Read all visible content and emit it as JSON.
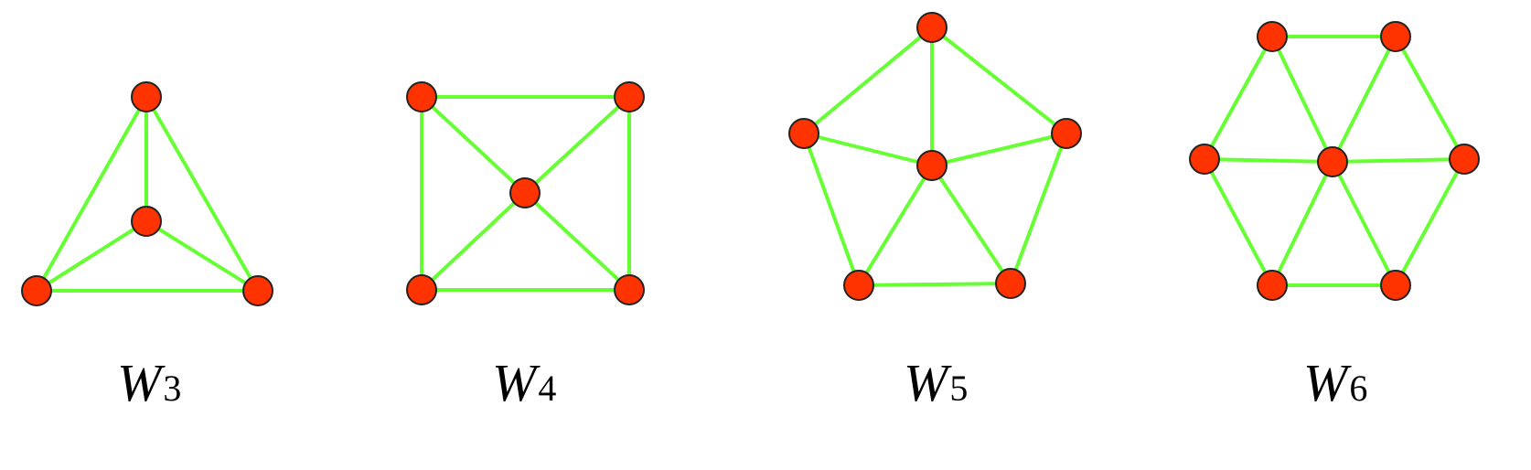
{
  "colors": {
    "edge": "#66ff33",
    "vertex": "#ff3300",
    "vertex_outline": "#222222",
    "label": "#000000"
  },
  "graphs": [
    {
      "name": "W",
      "subscript": "3",
      "n": 3
    },
    {
      "name": "W",
      "subscript": "4",
      "n": 4
    },
    {
      "name": "W",
      "subscript": "5",
      "n": 5
    },
    {
      "name": "W",
      "subscript": "6",
      "n": 6
    }
  ]
}
